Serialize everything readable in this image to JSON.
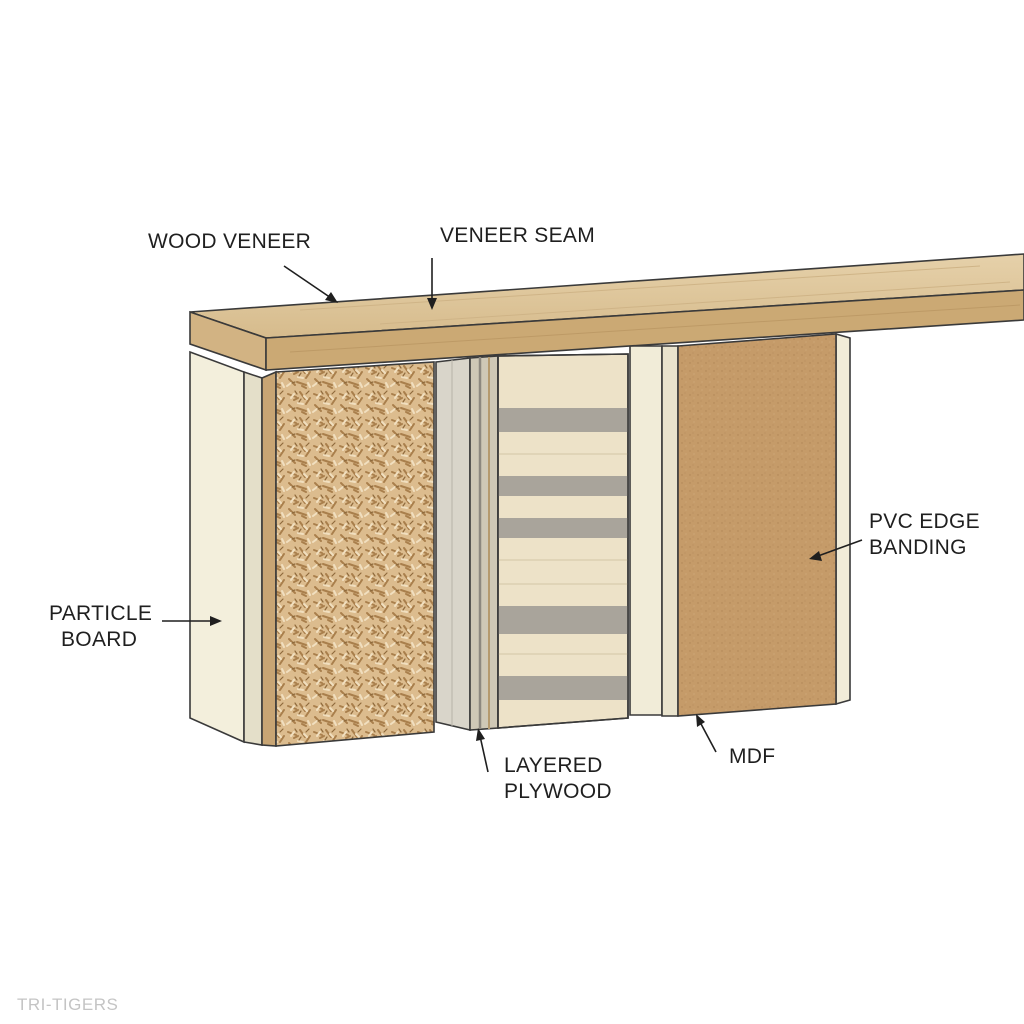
{
  "labels": {
    "wood_veneer": "WOOD VENEER",
    "veneer_seam": "VENEER SEAM",
    "particle_board_1": "PARTICLE",
    "particle_board_2": "BOARD",
    "layered_plywood_1": "LAYERED",
    "layered_plywood_2": "PLYWOOD",
    "mdf": "MDF",
    "pvc_edge_banding_1": "PVC EDGE",
    "pvc_edge_banding_2": "BANDING"
  },
  "watermark": "TRI-TIGERS",
  "colors": {
    "veneer_top": "#dcc59c",
    "veneer_front": "#cfb07f",
    "edge_banding": "#f3efdc",
    "particle_board": "#d9b98b",
    "plywood_light": "#ede2c8",
    "plywood_dark": "#a9a49b",
    "plywood_side": "#d8d4c9",
    "mdf": "#c49a68"
  }
}
